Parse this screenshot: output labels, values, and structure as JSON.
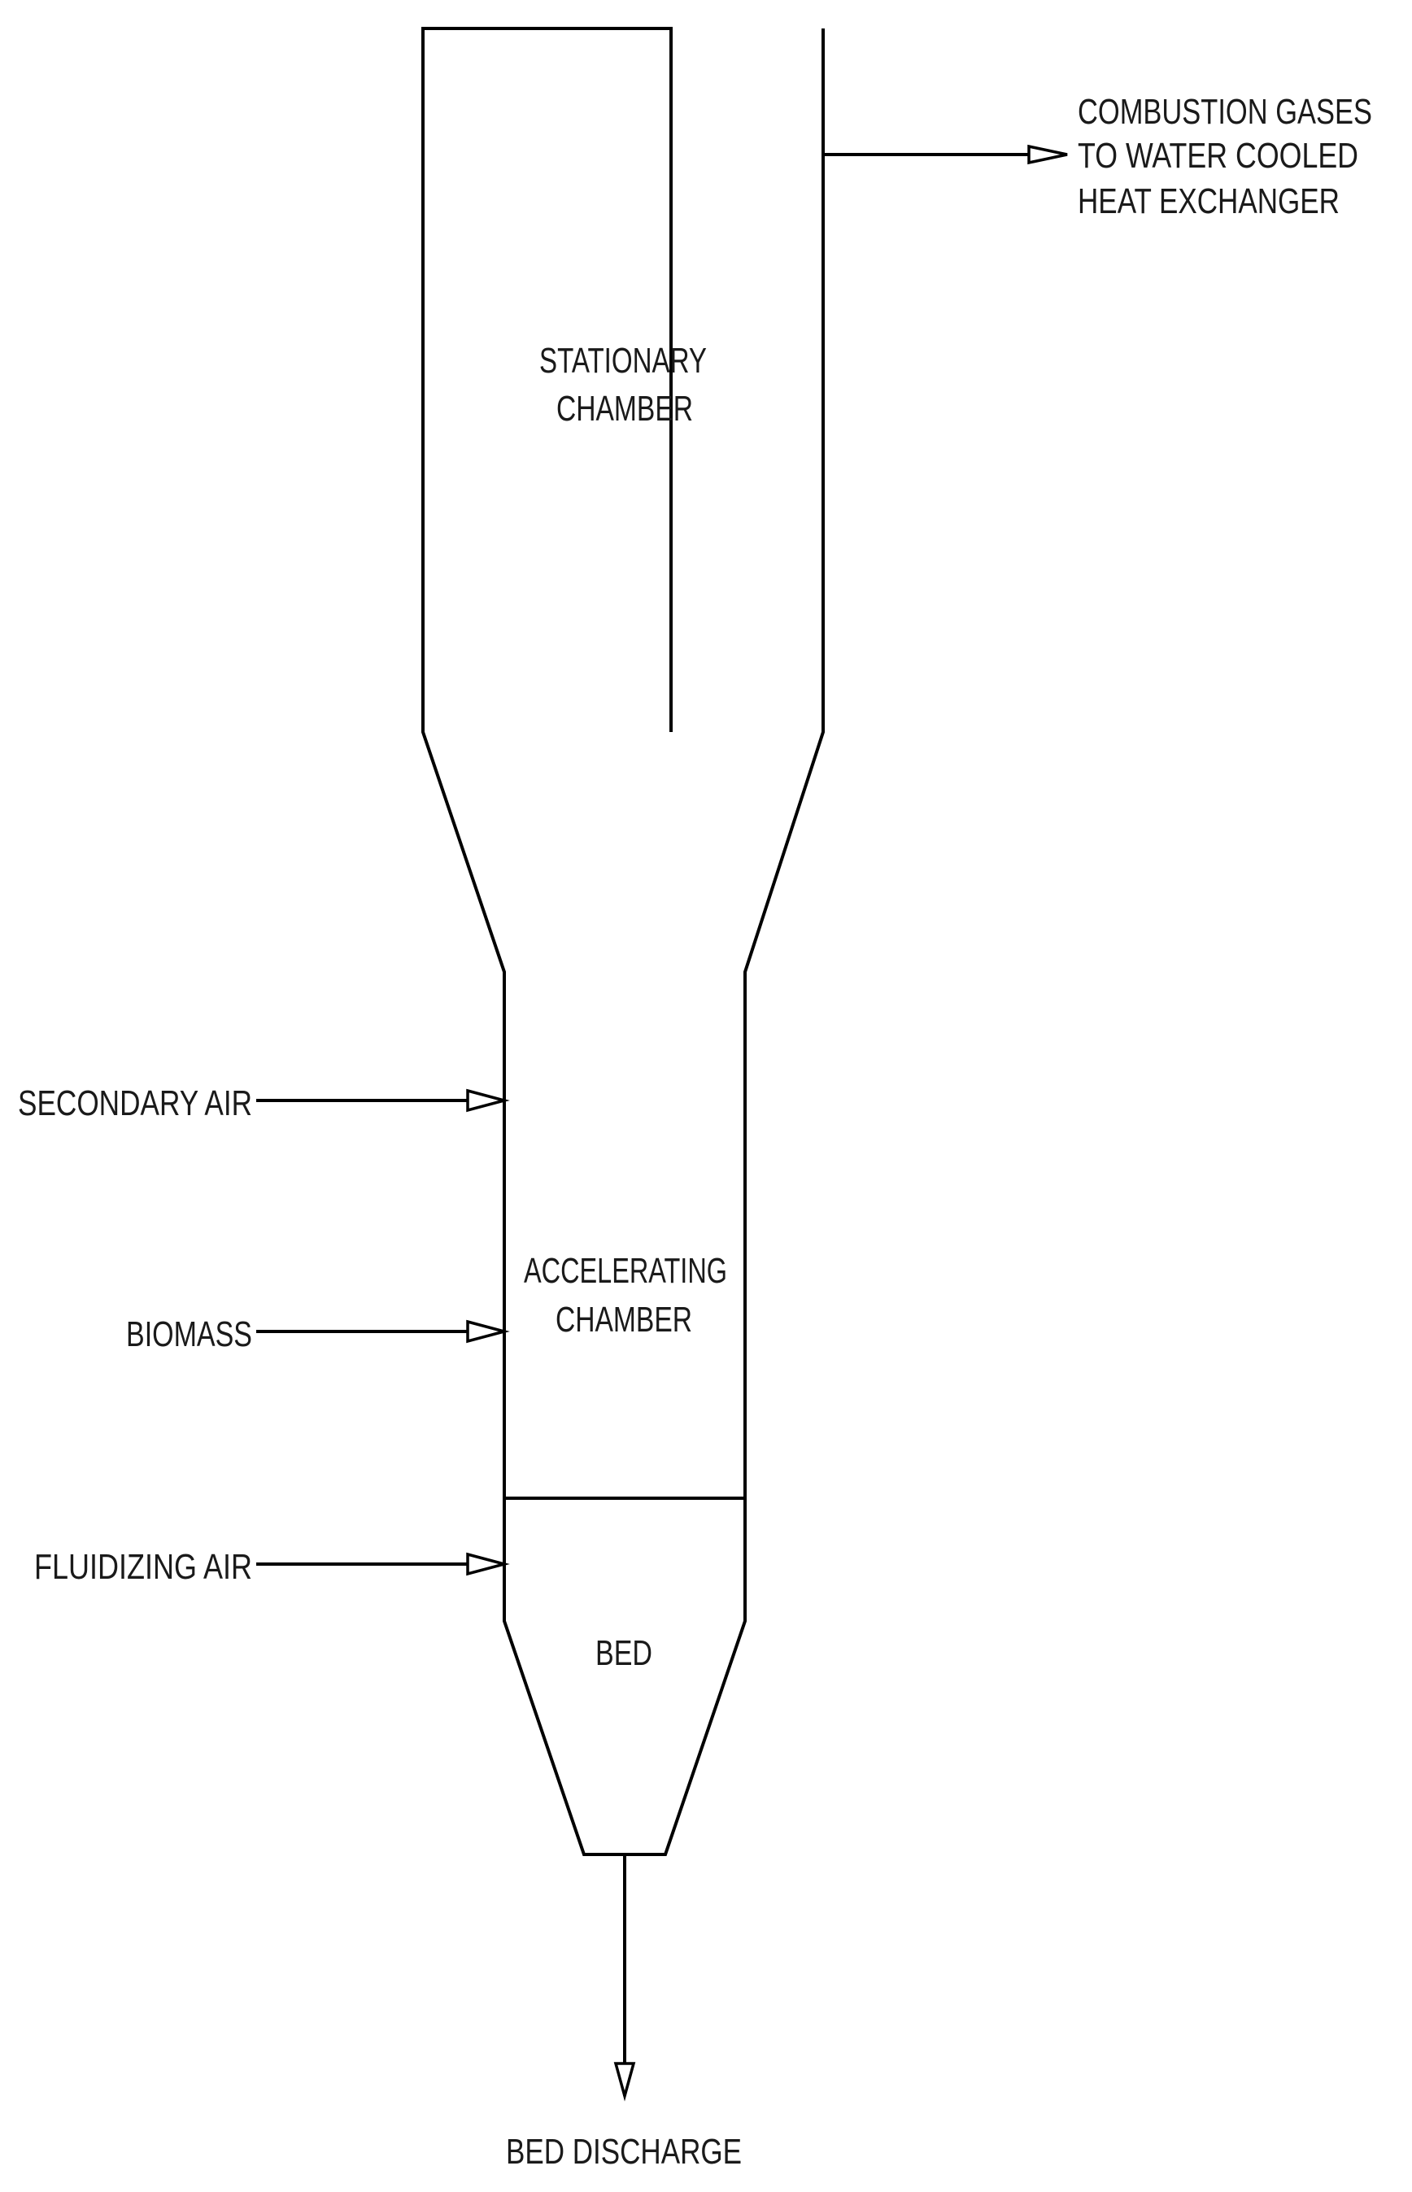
{
  "chambers": {
    "stationary": [
      "STATIONARY",
      "CHAMBER"
    ],
    "accelerating": [
      "ACCELERATING",
      "CHAMBER"
    ],
    "bed": "BED"
  },
  "streams": {
    "combustion_gases": [
      "COMBUSTION GASES",
      "TO WATER COOLED",
      "HEAT EXCHANGER"
    ],
    "secondary_air": "SECONDARY AIR",
    "biomass": "BIOMASS",
    "fluidizing_air": "FLUIDIZING AIR",
    "bed_discharge": "BED DISCHARGE"
  },
  "colors": {
    "line": "#000000",
    "text": "#1a1a1a",
    "background": "#ffffff"
  }
}
